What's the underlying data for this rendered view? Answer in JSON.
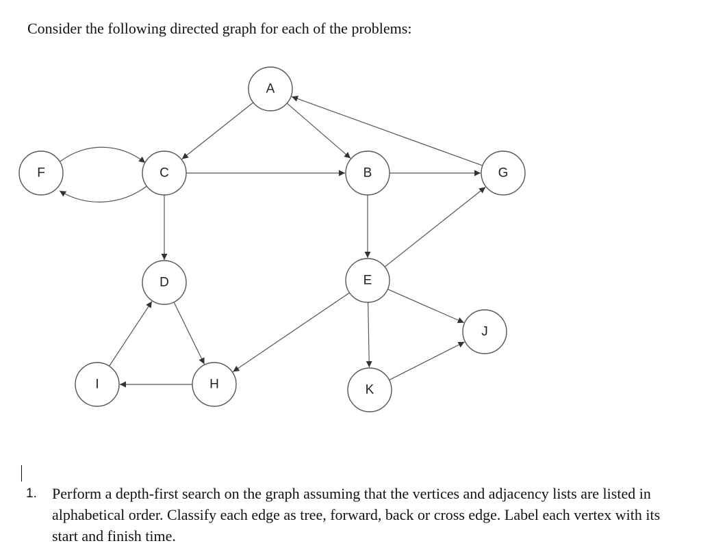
{
  "intro": "Consider the following directed graph for each of the problems:",
  "graph": {
    "nodes": [
      "A",
      "B",
      "C",
      "D",
      "E",
      "F",
      "G",
      "H",
      "I",
      "J",
      "K"
    ],
    "edges": [
      [
        "A",
        "B"
      ],
      [
        "A",
        "C"
      ],
      [
        "F",
        "C"
      ],
      [
        "C",
        "F"
      ],
      [
        "C",
        "B"
      ],
      [
        "C",
        "D"
      ],
      [
        "B",
        "G"
      ],
      [
        "G",
        "A"
      ],
      [
        "B",
        "E"
      ],
      [
        "E",
        "G"
      ],
      [
        "E",
        "J"
      ],
      [
        "E",
        "K"
      ],
      [
        "E",
        "H"
      ],
      [
        "K",
        "J"
      ],
      [
        "D",
        "H"
      ],
      [
        "H",
        "I"
      ],
      [
        "I",
        "D"
      ]
    ]
  },
  "problem": {
    "number": "1.",
    "text": "Perform a depth-first search on the graph assuming that the vertices and adjacency lists are listed in alphabetical order. Classify each edge as tree, forward, back or cross edge. Label each vertex with its start and finish time."
  }
}
